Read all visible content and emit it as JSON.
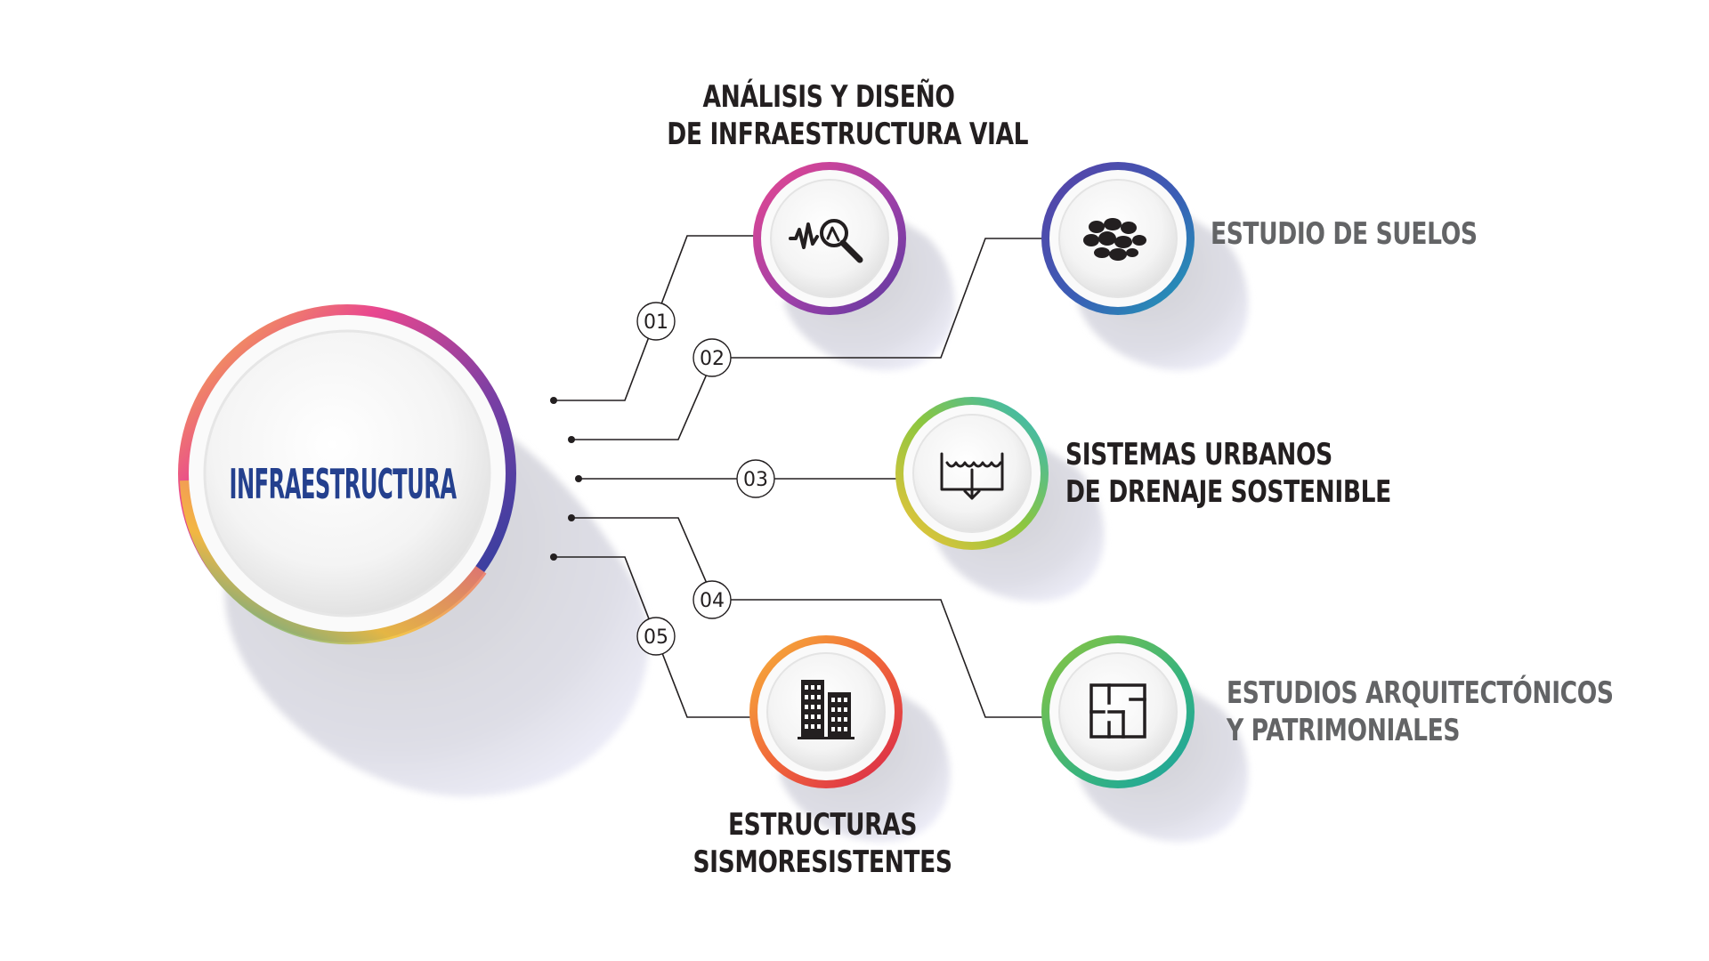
{
  "center": {
    "label": "INFRAESTRUCTURA",
    "color": "#24408e"
  },
  "items": [
    {
      "num": "01",
      "lines": [
        "ANÁLISIS Y DISEÑO",
        "DE INFRAESTRUCTURA VIAL"
      ],
      "icon": "road-analysis-magnifier-icon",
      "text_color": "#231f20"
    },
    {
      "num": "02",
      "lines": [
        "ESTUDIO DE SUELOS"
      ],
      "icon": "soil-stones-icon",
      "text_color": "#636466"
    },
    {
      "num": "03",
      "lines": [
        "SISTEMAS URBANOS",
        "DE DRENAJE SOSTENIBLE"
      ],
      "icon": "drainage-icon",
      "text_color": "#231f20"
    },
    {
      "num": "04",
      "lines": [
        "ESTUDIOS ARQUITECTÓNICOS",
        "Y PATRIMONIALES"
      ],
      "icon": "floor-plan-icon",
      "text_color": "#636466"
    },
    {
      "num": "05",
      "lines": [
        "ESTRUCTURAS",
        "SISMORESISTENTES"
      ],
      "icon": "buildings-icon",
      "text_color": "#231f20"
    }
  ]
}
